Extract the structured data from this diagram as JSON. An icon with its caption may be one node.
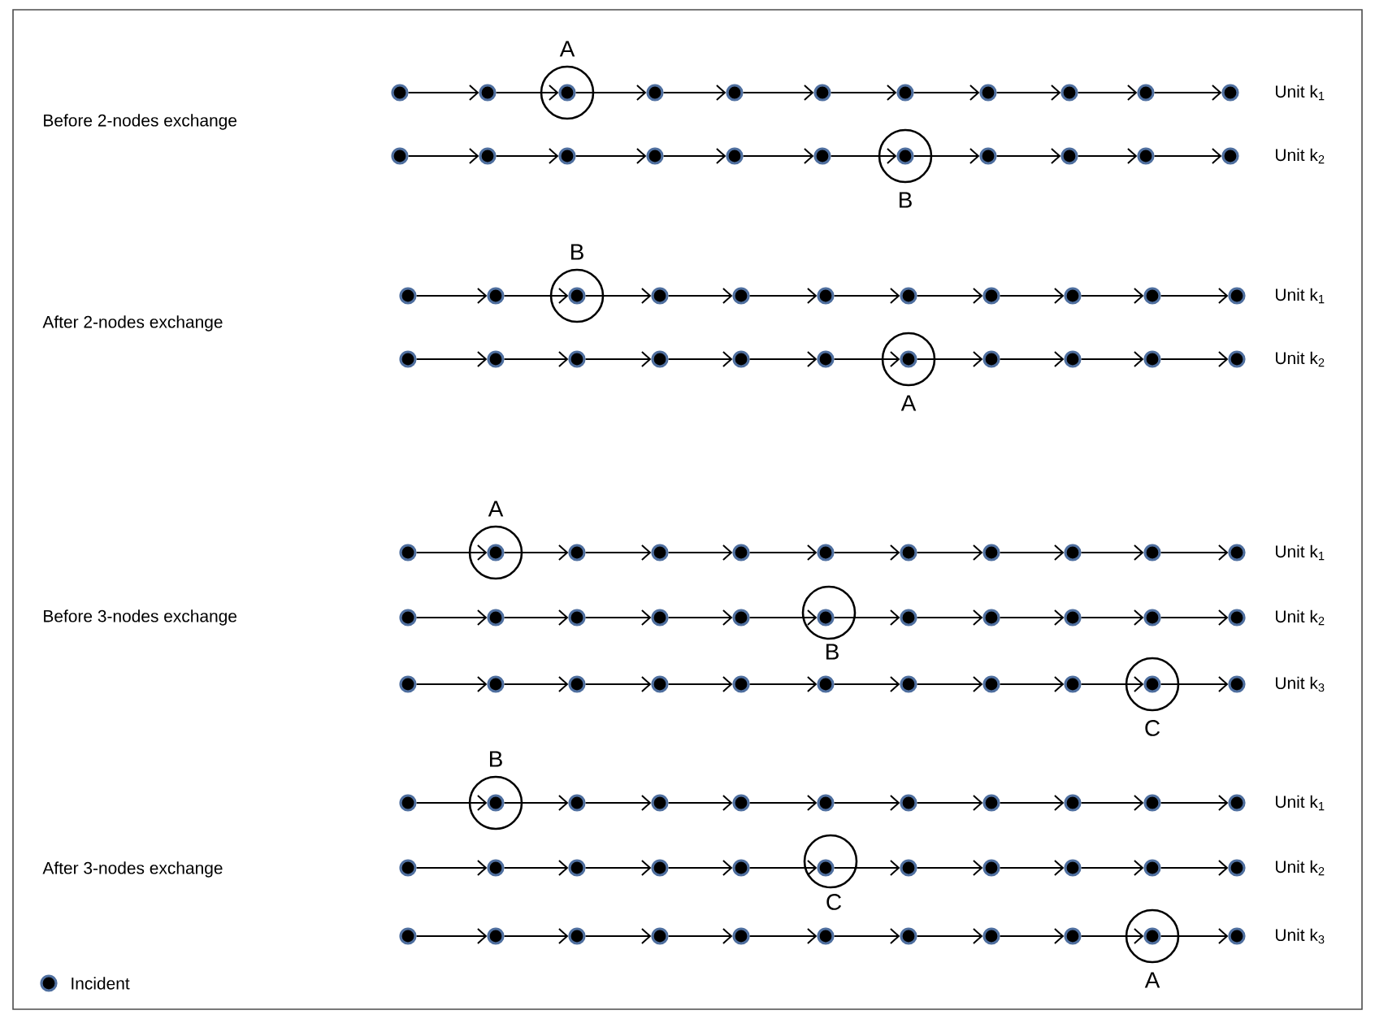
{
  "diagram": {
    "nodes": [
      {
        "text": [],
        "shape": "circle"
      },
      {
        "text": [],
        "shape": "circle"
      },
      {
        "text": [],
        "shape": "circle",
        "beside": [
          "A"
        ]
      },
      {
        "text": [],
        "shape": "circle"
      },
      {
        "text": [],
        "shape": "circle"
      },
      {
        "text": [],
        "shape": "circle"
      },
      {
        "text": [],
        "shape": "circle"
      },
      {
        "text": [],
        "shape": "circle"
      },
      {
        "text": [],
        "shape": "circle"
      },
      {
        "text": [],
        "shape": "circle"
      },
      {
        "text": [],
        "shape": "circle"
      },
      {
        "text": [],
        "shape": "circle"
      },
      {
        "text": [],
        "shape": "circle"
      },
      {
        "text": [],
        "shape": "circle"
      },
      {
        "text": [],
        "shape": "circle"
      },
      {
        "text": [],
        "shape": "circle"
      },
      {
        "text": [],
        "shape": "circle"
      },
      {
        "text": [],
        "shape": "circle",
        "beside": [
          "B"
        ]
      },
      {
        "text": [],
        "shape": "circle"
      },
      {
        "text": [],
        "shape": "circle"
      },
      {
        "text": [],
        "shape": "circle"
      },
      {
        "text": [],
        "shape": "circle"
      },
      {
        "text": [],
        "shape": "circle"
      },
      {
        "text": [],
        "shape": "circle"
      },
      {
        "text": [],
        "shape": "circle",
        "beside": [
          "B"
        ]
      },
      {
        "text": [],
        "shape": "circle"
      },
      {
        "text": [],
        "shape": "circle"
      },
      {
        "text": [],
        "shape": "circle"
      },
      {
        "text": [],
        "shape": "circle"
      },
      {
        "text": [],
        "shape": "circle"
      },
      {
        "text": [],
        "shape": "circle"
      },
      {
        "text": [],
        "shape": "circle"
      },
      {
        "text": [],
        "shape": "circle"
      },
      {
        "text": [],
        "shape": "circle"
      },
      {
        "text": [],
        "shape": "circle"
      },
      {
        "text": [],
        "shape": "circle"
      },
      {
        "text": [],
        "shape": "circle"
      },
      {
        "text": [],
        "shape": "circle"
      },
      {
        "text": [],
        "shape": "circle"
      },
      {
        "text": [],
        "shape": "circle",
        "beside": [
          "A"
        ]
      },
      {
        "text": [],
        "shape": "circle"
      },
      {
        "text": [],
        "shape": "circle"
      },
      {
        "text": [],
        "shape": "circle"
      },
      {
        "text": [],
        "shape": "circle"
      },
      {
        "text": [],
        "shape": "circle"
      },
      {
        "text": [],
        "shape": "circle",
        "beside": [
          "A"
        ]
      },
      {
        "text": [],
        "shape": "circle"
      },
      {
        "text": [],
        "shape": "circle"
      },
      {
        "text": [],
        "shape": "circle"
      },
      {
        "text": [],
        "shape": "circle"
      },
      {
        "text": [],
        "shape": "circle"
      },
      {
        "text": [],
        "shape": "circle"
      },
      {
        "text": [],
        "shape": "circle"
      },
      {
        "text": [],
        "shape": "circle"
      },
      {
        "text": [],
        "shape": "circle"
      },
      {
        "text": [],
        "shape": "circle"
      },
      {
        "text": [],
        "shape": "circle"
      },
      {
        "text": [],
        "shape": "circle"
      },
      {
        "text": [],
        "shape": "circle"
      },
      {
        "text": [],
        "shape": "circle"
      },
      {
        "text": [],
        "shape": "circle"
      },
      {
        "text": [],
        "shape": "circle"
      },
      {
        "text": [],
        "shape": "circle"
      },
      {
        "text": [],
        "shape": "circle"
      },
      {
        "text": [],
        "shape": "circle"
      },
      {
        "text": [],
        "shape": "circle"
      },
      {
        "text": [],
        "shape": "circle"
      },
      {
        "text": [],
        "shape": "circle"
      },
      {
        "text": [],
        "shape": "circle"
      },
      {
        "text": [],
        "shape": "circle"
      },
      {
        "text": [],
        "shape": "circle"
      },
      {
        "text": [],
        "shape": "circle"
      },
      {
        "text": [],
        "shape": "circle"
      },
      {
        "text": [],
        "shape": "circle"
      },
      {
        "text": [],
        "shape": "circle"
      },
      {
        "text": [],
        "shape": "circle",
        "beside": [
          "C"
        ]
      },
      {
        "text": [],
        "shape": "circle"
      },
      {
        "text": [],
        "shape": "circle"
      },
      {
        "text": [],
        "shape": "circle",
        "beside": [
          "B"
        ]
      },
      {
        "text": [],
        "shape": "circle"
      },
      {
        "text": [],
        "shape": "circle"
      },
      {
        "text": [],
        "shape": "circle"
      },
      {
        "text": [],
        "shape": "circle"
      },
      {
        "text": [],
        "shape": "circle"
      },
      {
        "text": [],
        "shape": "circle"
      },
      {
        "text": [],
        "shape": "circle"
      },
      {
        "text": [],
        "shape": "circle"
      },
      {
        "text": [],
        "shape": "circle"
      },
      {
        "text": [],
        "shape": "circle"
      },
      {
        "text": [],
        "shape": "circle"
      },
      {
        "text": [],
        "shape": "circle"
      },
      {
        "text": [],
        "shape": "circle"
      },
      {
        "text": [],
        "shape": "circle"
      },
      {
        "text": [],
        "shape": "circle"
      },
      {
        "text": [],
        "shape": "circle"
      },
      {
        "text": [],
        "shape": "circle"
      },
      {
        "text": [],
        "shape": "circle"
      },
      {
        "text": [],
        "shape": "circle"
      },
      {
        "text": [],
        "shape": "circle"
      },
      {
        "text": [],
        "shape": "circle"
      },
      {
        "text": [],
        "shape": "circle"
      },
      {
        "text": [],
        "shape": "circle"
      },
      {
        "text": [],
        "shape": "circle"
      },
      {
        "text": [],
        "shape": "circle"
      },
      {
        "text": [],
        "shape": "circle"
      },
      {
        "text": [],
        "shape": "circle"
      },
      {
        "text": [],
        "shape": "circle"
      },
      {
        "text": [],
        "shape": "circle"
      },
      {
        "text": [],
        "shape": "circle",
        "beside": [
          "A"
        ]
      },
      {
        "text": [],
        "shape": "circle"
      }
    ],
    "edges": [
      {
        "from": 0,
        "to": 1,
        "arrow": "to"
      },
      {
        "from": 1,
        "to": 2,
        "arrow": "to"
      },
      {
        "from": 2,
        "to": 3,
        "arrow": "to"
      },
      {
        "from": 3,
        "to": 4,
        "arrow": "to"
      },
      {
        "from": 4,
        "to": 5,
        "arrow": "to"
      },
      {
        "from": 5,
        "to": 6,
        "arrow": "to"
      },
      {
        "from": 6,
        "to": 7,
        "arrow": "to"
      },
      {
        "from": 7,
        "to": 8,
        "arrow": "to"
      },
      {
        "from": 8,
        "to": 9,
        "arrow": "to"
      },
      {
        "from": 9,
        "to": 10,
        "arrow": "to"
      },
      {
        "from": 11,
        "to": 12,
        "arrow": "to"
      },
      {
        "from": 12,
        "to": 13,
        "arrow": "to"
      },
      {
        "from": 13,
        "to": 14,
        "arrow": "to"
      },
      {
        "from": 14,
        "to": 15,
        "arrow": "to"
      },
      {
        "from": 15,
        "to": 16,
        "arrow": "to"
      },
      {
        "from": 16,
        "to": 17,
        "arrow": "to"
      },
      {
        "from": 17,
        "to": 18,
        "arrow": "to"
      },
      {
        "from": 18,
        "to": 19,
        "arrow": "to"
      },
      {
        "from": 19,
        "to": 20,
        "arrow": "to"
      },
      {
        "from": 20,
        "to": 21,
        "arrow": "to"
      },
      {
        "from": 22,
        "to": 23,
        "arrow": "to"
      },
      {
        "from": 23,
        "to": 24,
        "arrow": "to"
      },
      {
        "from": 24,
        "to": 25,
        "arrow": "to"
      },
      {
        "from": 25,
        "to": 26,
        "arrow": "to"
      },
      {
        "from": 26,
        "to": 27,
        "arrow": "to"
      },
      {
        "from": 27,
        "to": 28,
        "arrow": "to"
      },
      {
        "from": 28,
        "to": 29,
        "arrow": "to"
      },
      {
        "from": 29,
        "to": 30,
        "arrow": "to"
      },
      {
        "from": 30,
        "to": 31,
        "arrow": "to"
      },
      {
        "from": 31,
        "to": 32,
        "arrow": "to"
      },
      {
        "from": 33,
        "to": 34,
        "arrow": "to"
      },
      {
        "from": 34,
        "to": 35,
        "arrow": "to"
      },
      {
        "from": 35,
        "to": 36,
        "arrow": "to"
      },
      {
        "from": 36,
        "to": 37,
        "arrow": "to"
      },
      {
        "from": 37,
        "to": 38,
        "arrow": "to"
      },
      {
        "from": 38,
        "to": 39,
        "arrow": "to"
      },
      {
        "from": 39,
        "to": 40,
        "arrow": "to"
      },
      {
        "from": 40,
        "to": 41,
        "arrow": "to"
      },
      {
        "from": 41,
        "to": 42,
        "arrow": "to"
      },
      {
        "from": 42,
        "to": 43,
        "arrow": "to"
      },
      {
        "from": 44,
        "to": 45,
        "arrow": "to"
      },
      {
        "from": 45,
        "to": 46,
        "arrow": "to"
      },
      {
        "from": 46,
        "to": 47,
        "arrow": "to"
      },
      {
        "from": 47,
        "to": 48,
        "arrow": "to"
      },
      {
        "from": 48,
        "to": 49,
        "arrow": "to"
      },
      {
        "from": 49,
        "to": 50,
        "arrow": "to"
      },
      {
        "from": 50,
        "to": 51,
        "arrow": "to"
      },
      {
        "from": 51,
        "to": 52,
        "arrow": "to"
      },
      {
        "from": 52,
        "to": 53,
        "arrow": "to"
      },
      {
        "from": 53,
        "to": 54,
        "arrow": "to"
      },
      {
        "from": 55,
        "to": 56,
        "arrow": "to"
      },
      {
        "from": 56,
        "to": 57,
        "arrow": "to"
      },
      {
        "from": 57,
        "to": 58,
        "arrow": "to"
      },
      {
        "from": 58,
        "to": 59,
        "arrow": "to"
      },
      {
        "from": 59,
        "to": 60,
        "arrow": "to"
      },
      {
        "from": 60,
        "to": 61,
        "arrow": "to"
      },
      {
        "from": 61,
        "to": 62,
        "arrow": "to"
      },
      {
        "from": 62,
        "to": 63,
        "arrow": "to"
      },
      {
        "from": 63,
        "to": 64,
        "arrow": "to"
      },
      {
        "from": 64,
        "to": 65,
        "arrow": "to"
      },
      {
        "from": 66,
        "to": 67,
        "arrow": "to"
      },
      {
        "from": 67,
        "to": 68,
        "arrow": "to"
      },
      {
        "from": 68,
        "to": 69,
        "arrow": "to"
      },
      {
        "from": 69,
        "to": 70,
        "arrow": "to"
      },
      {
        "from": 70,
        "to": 71,
        "arrow": "to"
      },
      {
        "from": 71,
        "to": 72,
        "arrow": "to"
      },
      {
        "from": 72,
        "to": 73,
        "arrow": "to"
      },
      {
        "from": 73,
        "to": 74,
        "arrow": "to"
      },
      {
        "from": 74,
        "to": 75,
        "arrow": "to"
      },
      {
        "from": 75,
        "to": 76,
        "arrow": "to"
      },
      {
        "from": 77,
        "to": 78,
        "arrow": "to"
      },
      {
        "from": 78,
        "to": 79,
        "arrow": "to"
      },
      {
        "from": 79,
        "to": 80,
        "arrow": "to"
      },
      {
        "from": 80,
        "to": 81,
        "arrow": "to"
      },
      {
        "from": 81,
        "to": 82,
        "arrow": "to"
      },
      {
        "from": 82,
        "to": 83,
        "arrow": "to"
      },
      {
        "from": 83,
        "to": 84,
        "arrow": "to"
      },
      {
        "from": 84,
        "to": 85,
        "arrow": "to"
      },
      {
        "from": 85,
        "to": 86,
        "arrow": "to"
      },
      {
        "from": 86,
        "to": 87,
        "arrow": "to"
      },
      {
        "from": 88,
        "to": 89,
        "arrow": "to"
      },
      {
        "from": 89,
        "to": 90,
        "arrow": "to"
      },
      {
        "from": 90,
        "to": 91,
        "arrow": "to"
      },
      {
        "from": 91,
        "to": 92,
        "arrow": "to"
      },
      {
        "from": 92,
        "to": 93,
        "arrow": "to"
      },
      {
        "from": 93,
        "to": 94,
        "arrow": "to"
      },
      {
        "from": 94,
        "to": 95,
        "arrow": "to"
      },
      {
        "from": 95,
        "to": 96,
        "arrow": "to"
      },
      {
        "from": 96,
        "to": 97,
        "arrow": "to"
      },
      {
        "from": 97,
        "to": 98,
        "arrow": "to"
      },
      {
        "from": 99,
        "to": 100,
        "arrow": "to"
      },
      {
        "from": 100,
        "to": 101,
        "arrow": "to"
      },
      {
        "from": 101,
        "to": 102,
        "arrow": "to"
      },
      {
        "from": 102,
        "to": 103,
        "arrow": "to"
      },
      {
        "from": 103,
        "to": 104,
        "arrow": "to"
      },
      {
        "from": 104,
        "to": 105,
        "arrow": "to"
      },
      {
        "from": 105,
        "to": 106,
        "arrow": "to"
      },
      {
        "from": 106,
        "to": 107,
        "arrow": "to"
      },
      {
        "from": 107,
        "to": 108,
        "arrow": "to"
      },
      {
        "from": 108,
        "to": 109,
        "arrow": "to"
      }
    ],
    "labels": [
      "Unit k$_{1}$",
      "Before 2-nodes exchange",
      "Unit k$_{2}$",
      "Unit k$_{1}$",
      "After 2-nodes exchange",
      "Unit k$_{2}$",
      "Unit k$_{1}$",
      "Unit k$_{2}$",
      "Before 3-nodes exchange",
      "B",
      "Unit k$_{3}$",
      "Unit k$_{1}$",
      "Unit k$_{2}$",
      "After 3-nodes exchange",
      "C",
      "Unit k$_{3}$"
    ],
    "legend": [
      {
        "text": "Incident"
      }
    ]
  }
}
